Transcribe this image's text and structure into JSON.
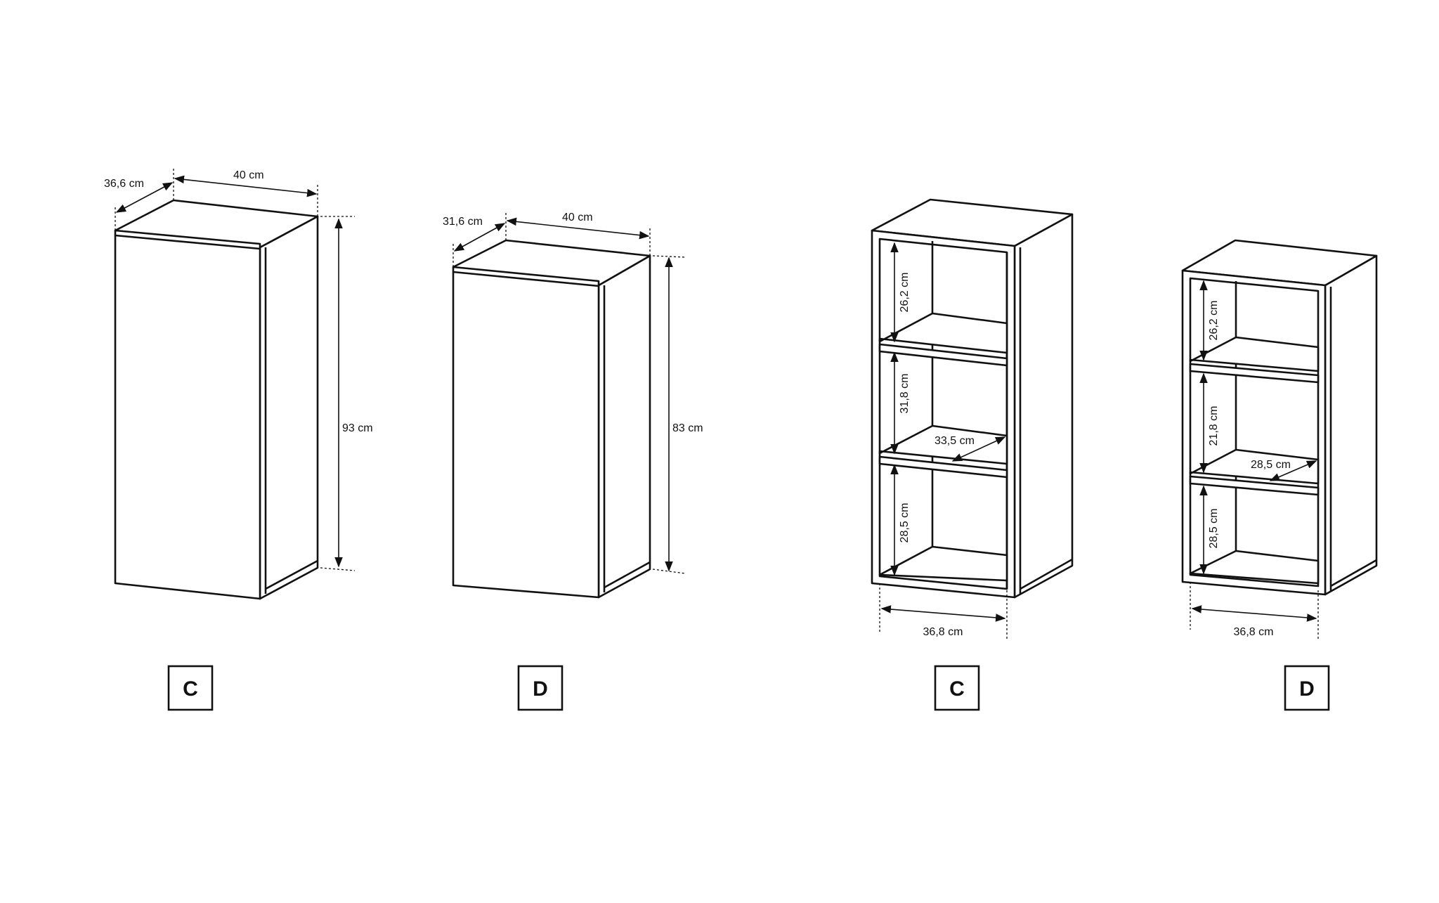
{
  "panels": [
    {
      "badge": "C",
      "dims": {
        "depth": "36,6 cm",
        "width": "40 cm",
        "height": "93 cm"
      }
    },
    {
      "badge": "D",
      "dims": {
        "depth": "31,6 cm",
        "width": "40 cm",
        "height": "83 cm"
      }
    },
    {
      "badge": "C",
      "dims": {
        "shelf_top": "26,2 cm",
        "shelf_mid": "31,8 cm",
        "shelf_bottom": "28,5 cm",
        "inner_depth": "33,5 cm",
        "inner_width": "36,8 cm"
      }
    },
    {
      "badge": "D",
      "dims": {
        "shelf_top": "26,2 cm",
        "shelf_mid": "21,8 cm",
        "shelf_bottom": "28,5 cm",
        "inner_depth": "28,5 cm",
        "inner_width": "36,8 cm"
      }
    }
  ]
}
